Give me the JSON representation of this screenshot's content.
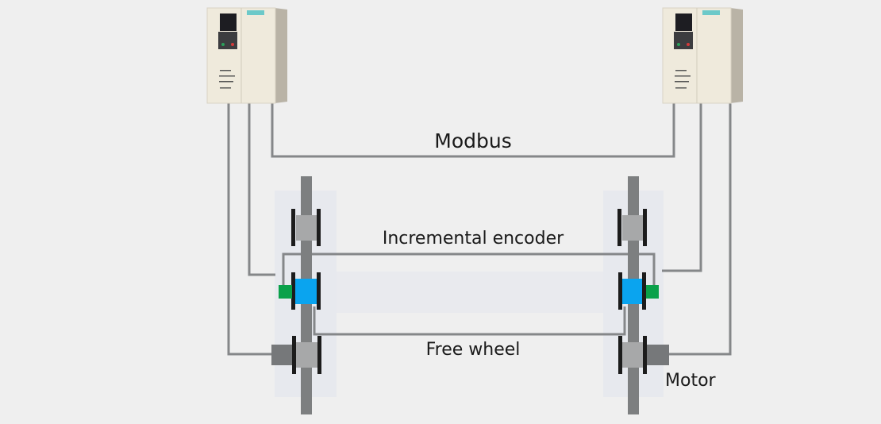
{
  "diagram": {
    "labels": {
      "modbus": "Modbus",
      "encoder": "Incremental encoder",
      "free_wheel": "Free wheel",
      "motor": "Motor"
    },
    "components": {
      "left_drive": "frequency-inverter",
      "right_drive": "frequency-inverter"
    },
    "colors": {
      "background": "#efefef",
      "shaft": "#7d7f80",
      "wire": "#858789",
      "wheel_hub": "#a7a8a9",
      "encoder_block": "#0aa4ef",
      "encoder_sensor": "#0aa14a",
      "motor": "#76787a",
      "flange": "#1c1c1c",
      "panel": "#e7e9ee",
      "inverter_body": "#efeadc"
    }
  }
}
